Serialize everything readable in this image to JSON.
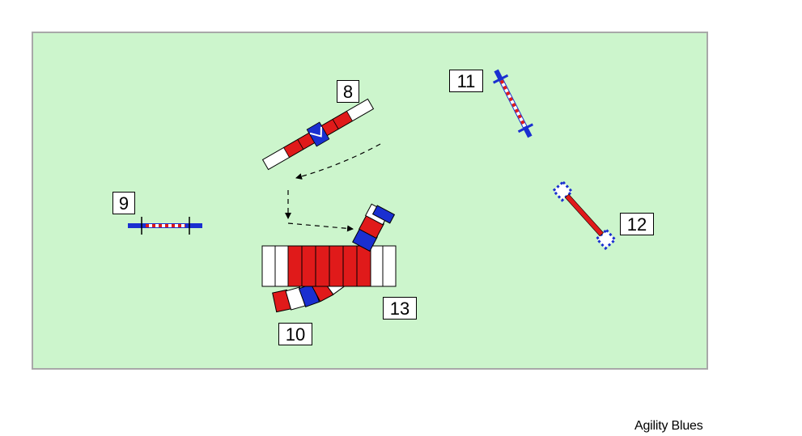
{
  "colors": {
    "field": "#ccf5cc",
    "field_border": "#a8a8a8",
    "red": "#e01a1a",
    "blue": "#1a2fd0",
    "white": "#ffffff"
  },
  "obstacles": {
    "n8": "8",
    "n9": "9",
    "n10": "10",
    "n11": "11",
    "n12": "12",
    "n13": "13"
  },
  "footer": {
    "credit": "Agility Blues"
  }
}
